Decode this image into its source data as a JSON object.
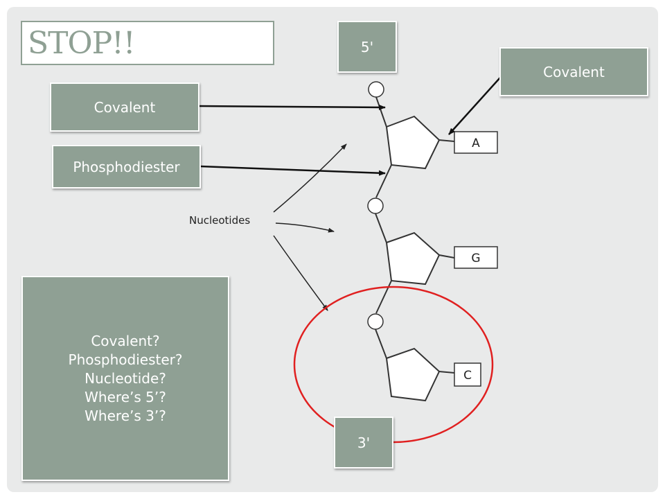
{
  "title": "STOP!!",
  "labels": {
    "five_prime": "5'",
    "three_prime": "3'",
    "covalent_left": "Covalent",
    "covalent_right": "Covalent",
    "phosphodiester": "Phosphodiester",
    "nucleotides": "Nucleotides"
  },
  "bases": [
    "A",
    "G",
    "C"
  ],
  "questions": [
    "Covalent?",
    "Phosphodiester?",
    "Nucleotide?",
    "Where’s 5’?",
    "Where’s 3’?"
  ],
  "colors": {
    "box_fill": "#8fa094",
    "highlight_ellipse": "#e02020"
  }
}
